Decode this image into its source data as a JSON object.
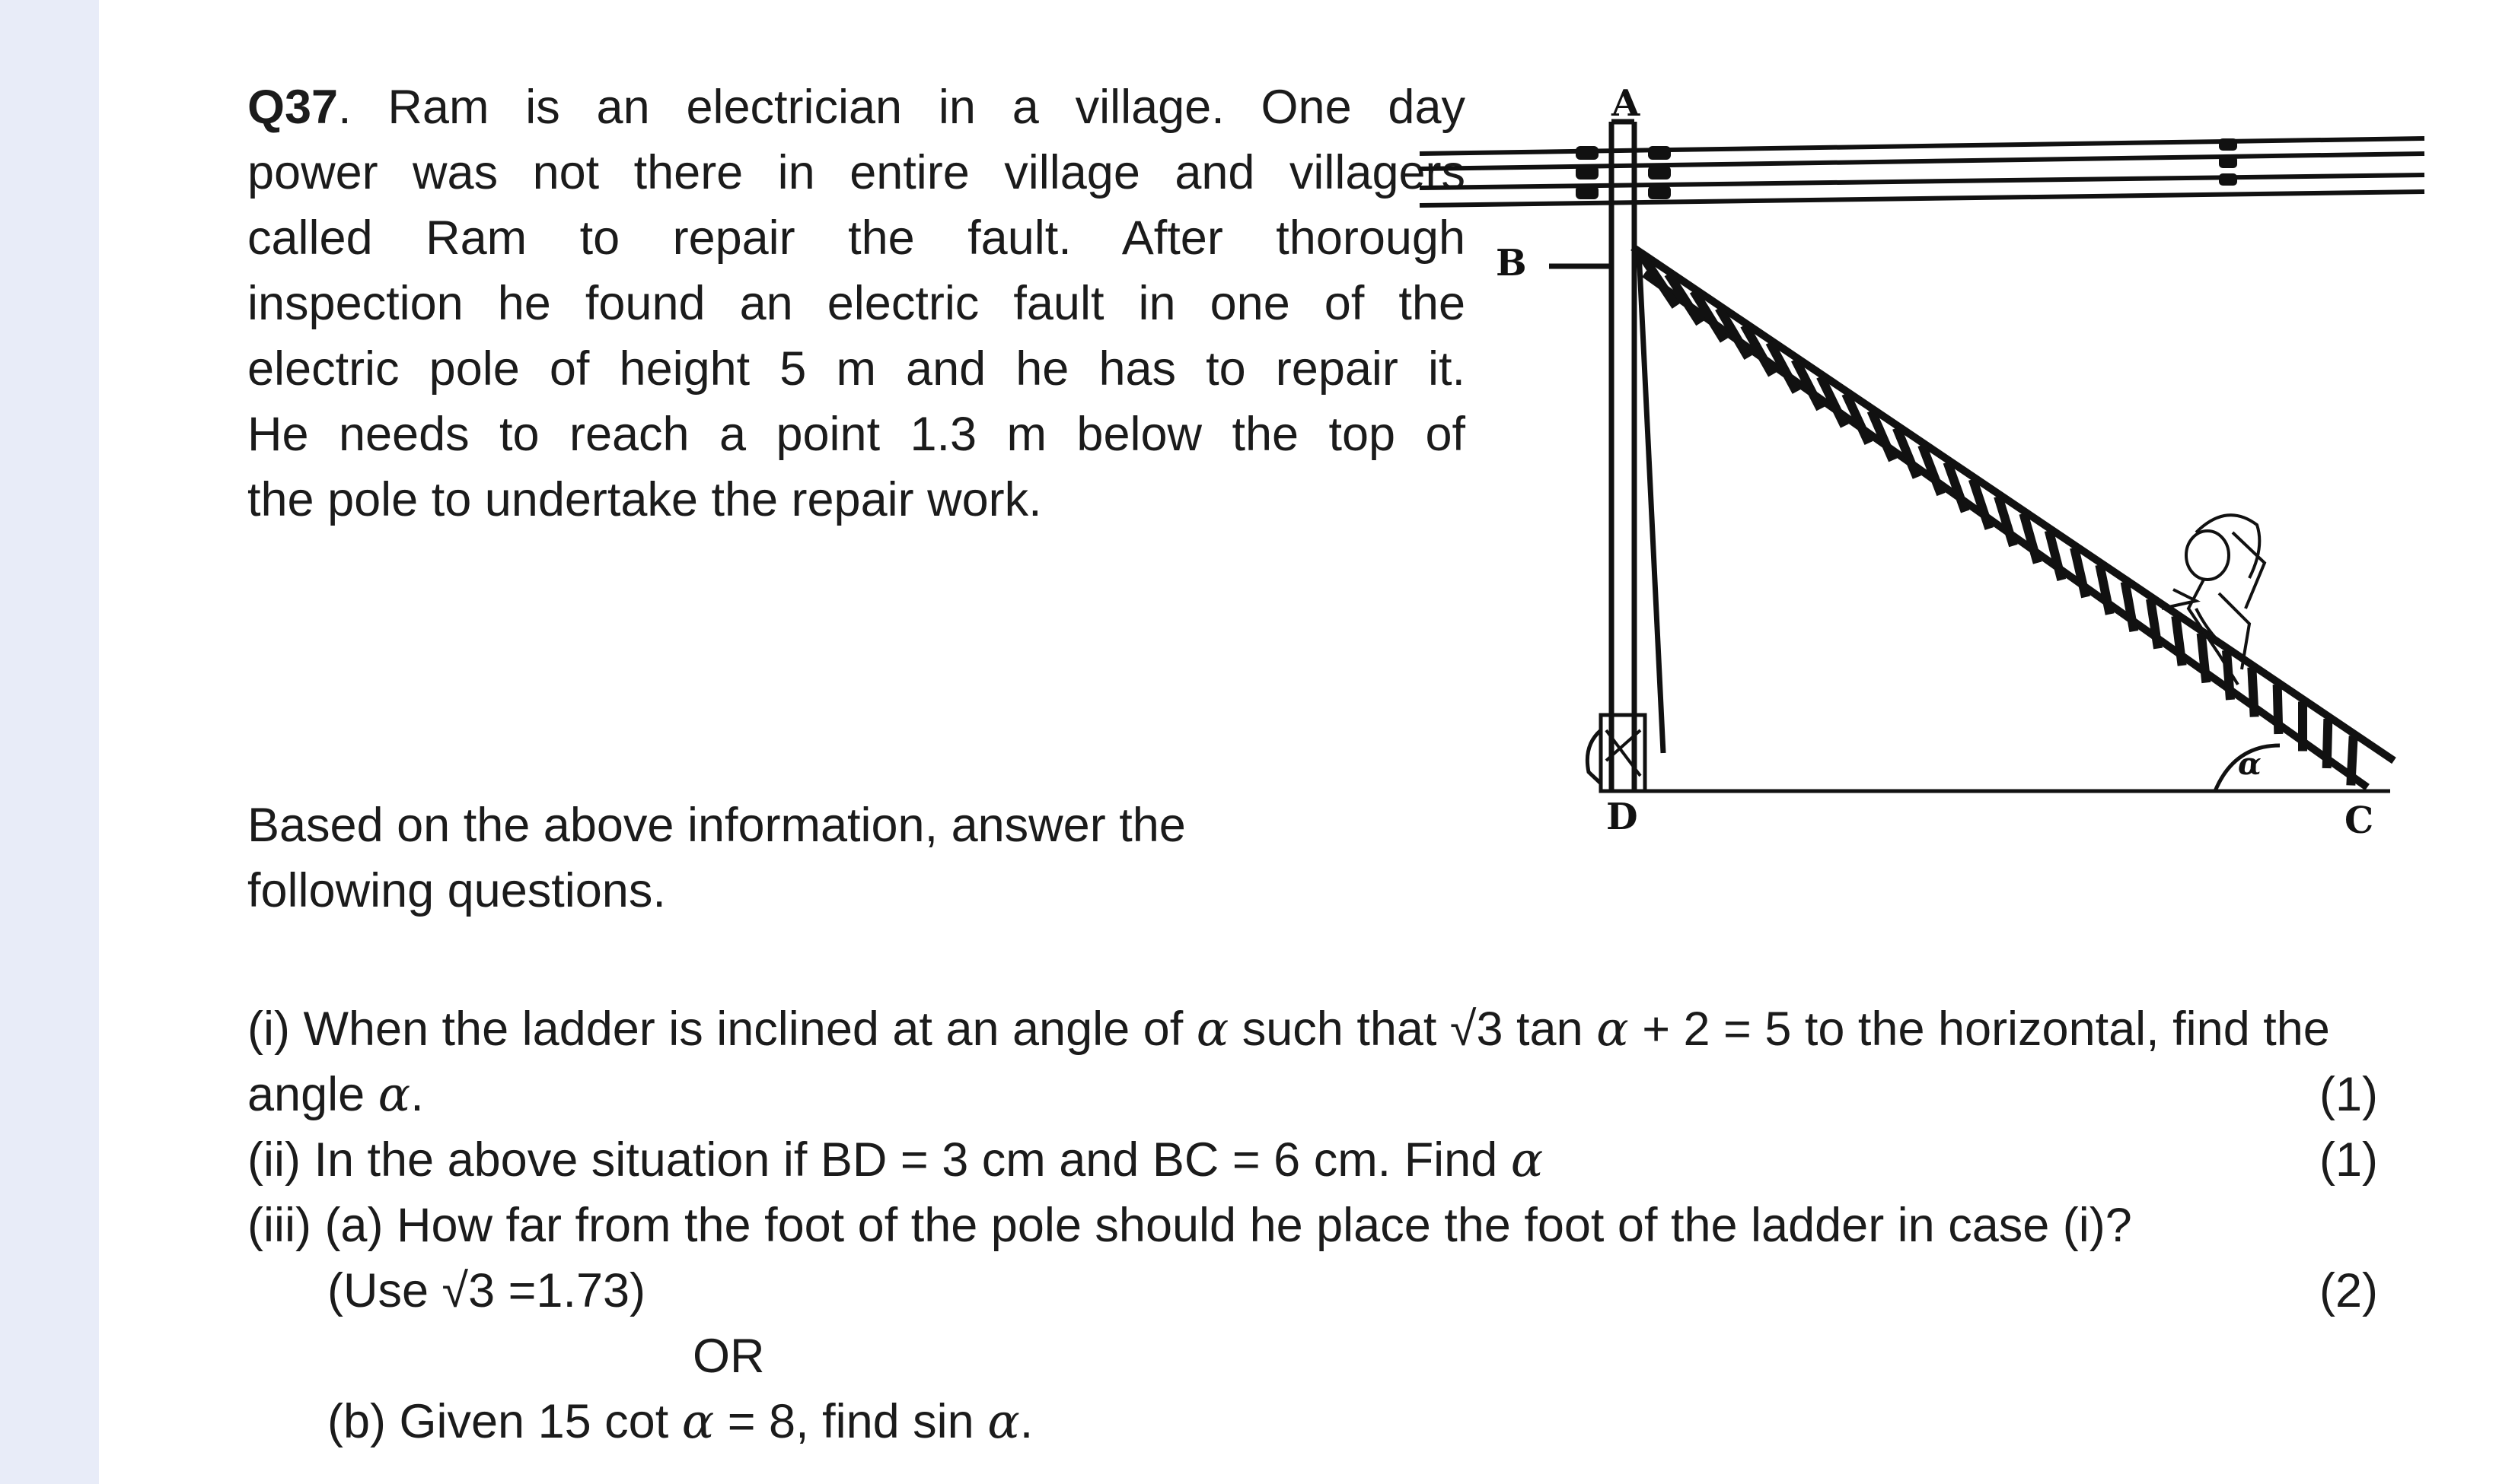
{
  "question": {
    "label": "Q37",
    "intro_lines": [
      ". Ram is an electrician in a village. One day",
      "power was not there in entire village and  villagers",
      "called Ram to repair the fault. After thorough",
      "inspection he found an electric fault in one of the",
      "electric pole of height 5 m and he has to repair it.",
      "He needs to reach a point 1.3 m below the top of",
      "the pole to undertake the repair work."
    ],
    "based_lines": [
      "Based on the above information, answer the",
      "following questions."
    ]
  },
  "parts": {
    "p1_line1_a": "(i) When the ladder is inclined at an angle of ",
    "p1_alpha": "α",
    "p1_line1_b": " such that √3 tan ",
    "p1_line1_c": " + 2 = 5 to the horizontal, find the",
    "p1_line2_a": "angle ",
    "p1_line2_b": ".",
    "p1_marks": "(1)",
    "p2_a": "(ii) In the above situation if BD = 3 cm and BC = 6 cm. Find ",
    "p2_marks": "(1)",
    "p3_line1": "(iii) (a) How far from the foot of the pole should he place the foot of the ladder in case (i)?",
    "p3_line2": "(Use √3 =1.73)",
    "p3_marks": "(2)",
    "or": "OR",
    "p3b_a": "(b) Given 15 cot ",
    "p3b_b": " = 8, find sin ",
    "p3b_c": "."
  },
  "figure": {
    "labels": {
      "A": "A",
      "B": "B",
      "C": "C",
      "D": "D",
      "angle": "α"
    }
  }
}
